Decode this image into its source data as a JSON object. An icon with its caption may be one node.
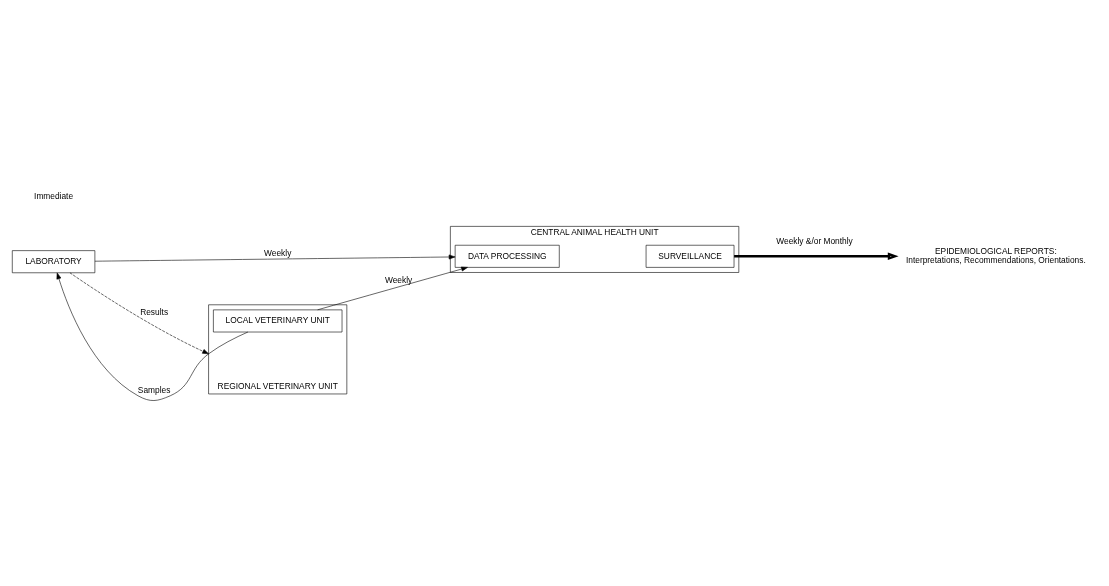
{
  "diagram": {
    "nodes": [
      {
        "text": [
          "LABORATORY"
        ]
      },
      {
        "text": [
          "CENTRAL ANIMAL HEALTH UNIT"
        ]
      },
      {
        "text": [
          "DATA PROCESSING"
        ],
        "in": 1
      },
      {
        "text": [
          "SURVEILLANCE"
        ],
        "in": 1
      },
      {
        "text": [
          "REGIONAL VETERINARY UNIT"
        ]
      },
      {
        "text": [
          "LOCAL VETERINARY UNIT"
        ],
        "in": 4
      },
      {
        "text": [
          "EPIDEMIOLOGICAL REPORTS:",
          "Interpretations, Recommendations, Orientations."
        ]
      }
    ],
    "edges": [
      {
        "from": 0,
        "to": 2,
        "arrow": "to",
        "label": "Weekly"
      },
      {
        "from": 0,
        "to": 4,
        "arrow": "to",
        "label": "Results",
        "style": "dashed"
      },
      {
        "from": 5,
        "to": 0,
        "arrow": "to",
        "label": "Samples"
      },
      {
        "from": 5,
        "to": 2,
        "arrow": "to",
        "label": "Weekly"
      },
      {
        "from": 3,
        "to": 6,
        "arrow": "to",
        "label": "Weekly &/or Monthly",
        "style": "thick"
      }
    ],
    "labels": [
      "Immediate"
    ]
  }
}
